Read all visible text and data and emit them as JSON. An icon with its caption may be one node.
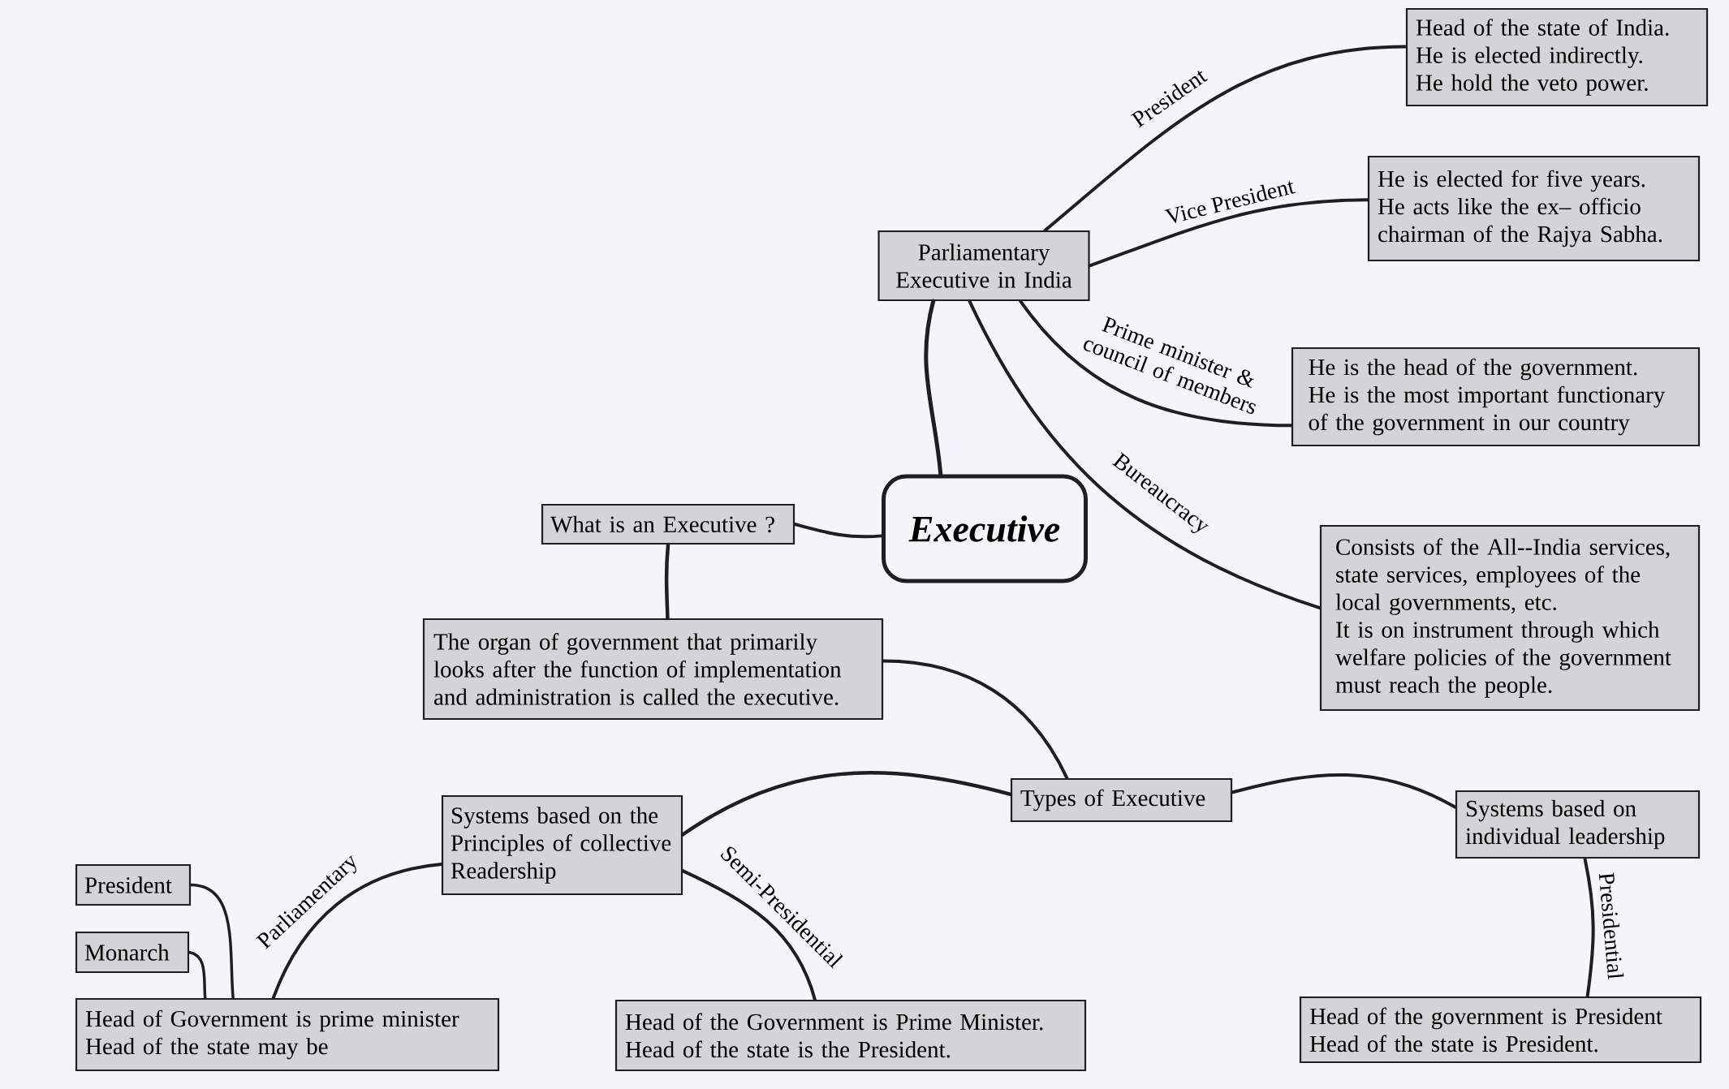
{
  "diagram": {
    "nodes": [
      {
        "text": [
          "Executive"
        ]
      },
      {
        "text": [
          "Parliamentary Executive in India"
        ]
      },
      {
        "text": [
          "Head of the state of India.",
          "He is elected indirectly.",
          "He hold the veto power."
        ]
      },
      {
        "text": [
          "He is elected for five years.",
          "He acts like the ex– officio chairman of the Rajya Sabha."
        ]
      },
      {
        "text": [
          "He is the head of the government.",
          "He is the most important functionary of the government in our country"
        ]
      },
      {
        "text": [
          "Consists of the All--India services, state services, employees of the local governments, etc.",
          "It is on instrument through which welfare policies of the government must reach the people."
        ]
      },
      {
        "text": [
          "What is an Executive ?"
        ]
      },
      {
        "text": [
          "The organ of government that primarily looks after the function of implementation and administration is called the executive."
        ]
      },
      {
        "text": [
          "Types of Executive"
        ]
      },
      {
        "text": [
          "Systems based on the Principles of collective Readership"
        ]
      },
      {
        "text": [
          "Systems based on individual leadership"
        ]
      },
      {
        "text": [
          "President"
        ]
      },
      {
        "text": [
          "Monarch"
        ]
      },
      {
        "text": [
          "Head of Government is prime minister",
          "Head of the state may be"
        ]
      },
      {
        "text": [
          "Head of the Government is Prime Minister.",
          "Head of the state is the President."
        ]
      },
      {
        "text": [
          "Head of the government is President",
          "Head of the state is President."
        ]
      }
    ],
    "edges": [
      {
        "from": 0,
        "to": 1,
        "arrow": "none"
      },
      {
        "from": 1,
        "to": 2,
        "arrow": "none",
        "label": "President"
      },
      {
        "from": 1,
        "to": 3,
        "arrow": "none",
        "label": "Vice President"
      },
      {
        "from": 1,
        "to": 4,
        "arrow": "none",
        "label": "Prime minister & council of members"
      },
      {
        "from": 1,
        "to": 5,
        "arrow": "none",
        "label": "Bureaucracy"
      },
      {
        "from": 0,
        "to": 6,
        "arrow": "none"
      },
      {
        "from": 6,
        "to": 7,
        "arrow": "none"
      },
      {
        "from": 7,
        "to": 8,
        "arrow": "none"
      },
      {
        "from": 8,
        "to": 9,
        "arrow": "none"
      },
      {
        "from": 8,
        "to": 10,
        "arrow": "none"
      },
      {
        "from": 9,
        "to": 13,
        "arrow": "none",
        "label": "Parliamentary"
      },
      {
        "from": 9,
        "to": 14,
        "arrow": "none",
        "label": "Semi-Presidential"
      },
      {
        "from": 10,
        "to": 15,
        "arrow": "none",
        "label": "Presidential"
      },
      {
        "from": 11,
        "to": 13,
        "arrow": "none"
      },
      {
        "from": 12,
        "to": 13,
        "arrow": "none"
      }
    ]
  }
}
